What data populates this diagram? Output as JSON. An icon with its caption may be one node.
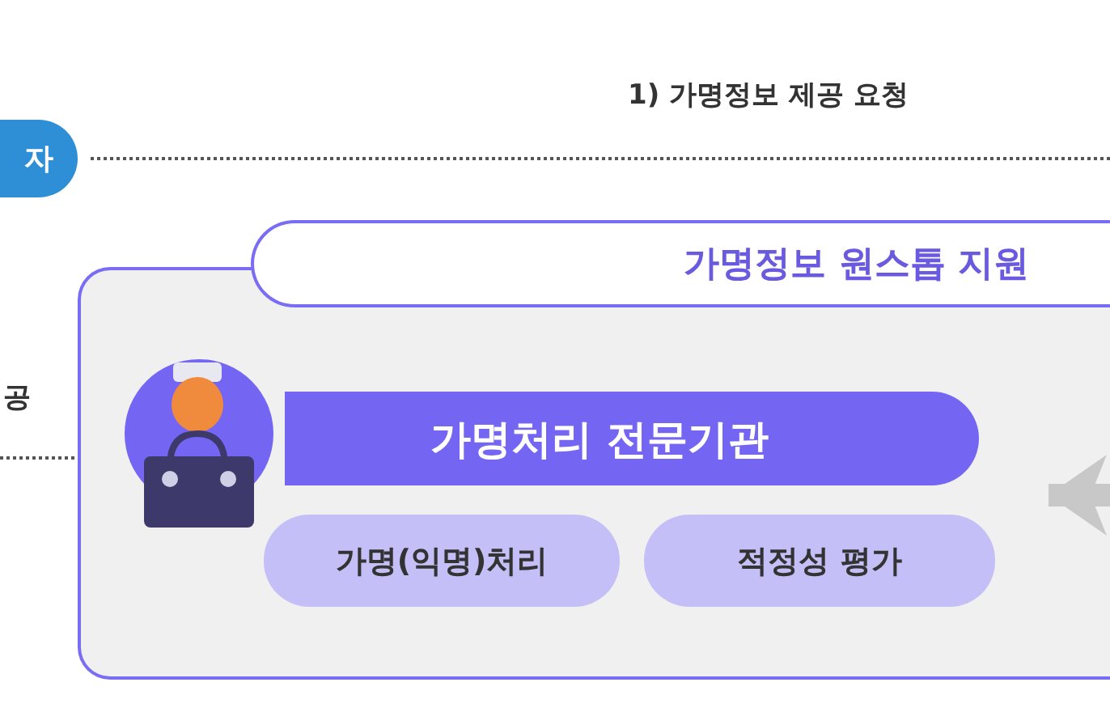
{
  "diagram": {
    "nodes": [
      {
        "text": [
          "자"
        ]
      },
      {
        "text": [
          "가명정보 원스톱 지원"
        ]
      },
      {
        "text": [
          "가명처리 전문기관"
        ],
        "in": 1
      },
      {
        "text": [
          "가명(익명)처리"
        ],
        "in": 1
      },
      {
        "text": [
          "적정성 평가"
        ],
        "in": 1
      }
    ],
    "edges": [
      {
        "from": 0,
        "to": null,
        "arrow": "none",
        "style": "dashed",
        "label": "1) 가명정보 제공 요청"
      },
      {
        "from": null,
        "to": 1,
        "arrow": "none",
        "style": "dashed",
        "label": "공"
      },
      {
        "from": null,
        "to": 1,
        "arrow": "to",
        "style": "thick",
        "color": "#c8c8c8"
      }
    ]
  }
}
